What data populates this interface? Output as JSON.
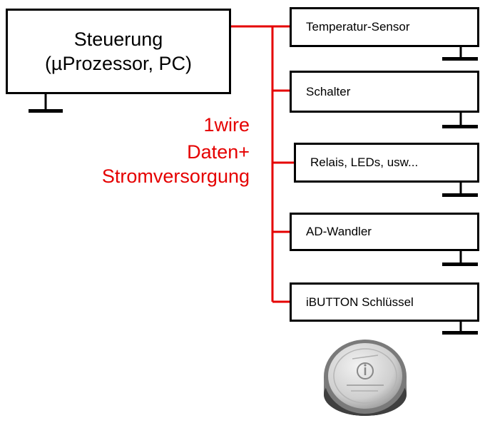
{
  "controller": {
    "title": "Steuerung",
    "subtitle": "(µProzessor, PC)"
  },
  "bus": {
    "line1": "1wire",
    "line2": "Daten+",
    "line3": "Stromversorgung",
    "color": "#e50000"
  },
  "devices": [
    {
      "label": "Temperatur-Sensor"
    },
    {
      "label": "Schalter"
    },
    {
      "label": "Relais, LEDs, usw..."
    },
    {
      "label": "AD-Wandler"
    },
    {
      "label": "iBUTTON Schlüssel"
    }
  ],
  "ibutton_photo": {
    "icon": "ibutton-icon",
    "colors": {
      "rim": "#6e6e6e",
      "face": "#d4d4d4",
      "logo": "#888888"
    }
  }
}
